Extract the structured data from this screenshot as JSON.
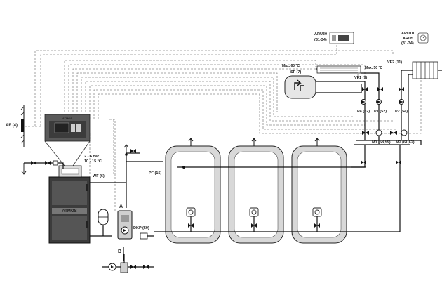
{
  "labels": {
    "af": "AF (4)",
    "aru30": "ARU30",
    "aru30_code": "(31-34)",
    "aru10": "ARU10",
    "aru5": "ARU5",
    "aru10_code": "(31-34)",
    "max_temp_left": "Max. 60 °C",
    "sf": "SF (7)",
    "max_temp_right": "Max. 50 °C",
    "vf1": "VF1 (9)",
    "vf2": "VF2 (11)",
    "p4": "P4 (62)",
    "p1": "P1 (52)",
    "p2": "P2 (54)",
    "m1": "M1 (58,59)",
    "m2": "M2 (61,62)",
    "pressure": "2 - 6 bar",
    "water_temp": "10 - 15 °C",
    "wf": "WF (6)",
    "pf": "PF (15)",
    "point_a": "A",
    "dkp": "DKP (59)",
    "point_b": "B",
    "boiler_brand": "ATMOS",
    "controller_brand": "ATMOS"
  },
  "colors": {
    "line": "#111111",
    "wire": "#8a8a8a",
    "tank_fill": "#e8e8e8",
    "boiler_fill": "#444444"
  }
}
